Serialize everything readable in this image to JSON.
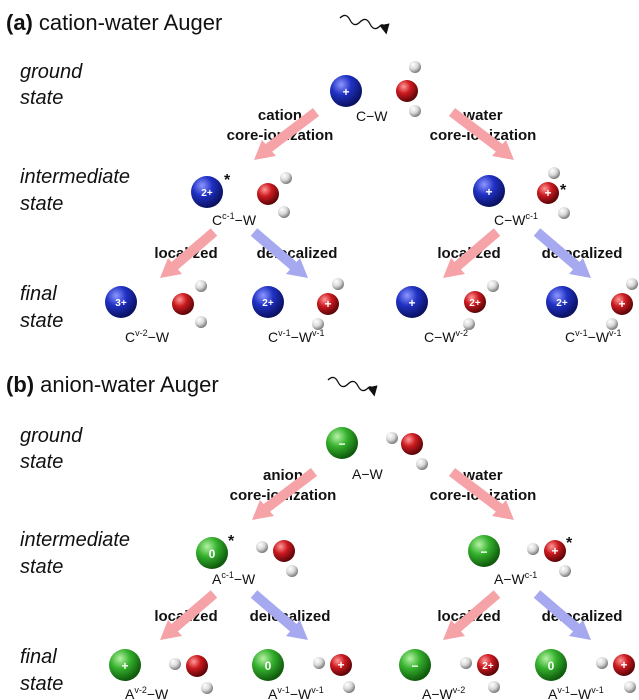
{
  "panel_a": {
    "tag": "(a)",
    "title": "cation-water Auger",
    "stages": {
      "ground": [
        "ground",
        "state"
      ],
      "intermediate": [
        "intermediate",
        "state"
      ],
      "final": [
        "final",
        "state"
      ]
    },
    "branch_left": [
      "cation",
      "core-ionization"
    ],
    "branch_right": [
      "water",
      "core-ionization"
    ],
    "ground_label": "C−W",
    "ground_ion": "+",
    "inter_left": {
      "base": "C",
      "sup1": "c-1",
      "mid": "−W",
      "sup2": "",
      "ion": "2+",
      "star": "*"
    },
    "inter_right": {
      "base": "C",
      "sup1": "",
      "mid": "−W",
      "sup2": "c-1",
      "ion": "+",
      "water": "+",
      "star": "*"
    },
    "localized": "localized",
    "delocalized": "delocalized",
    "finals": [
      {
        "base": "C",
        "sup1": "v-2",
        "mid": "−W",
        "sup2": "",
        "ion": "3+",
        "water": ""
      },
      {
        "base": "C",
        "sup1": "v-1",
        "mid": "−W",
        "sup2": "v-1",
        "ion": "2+",
        "water": "+"
      },
      {
        "base": "C",
        "sup1": "",
        "mid": "−W",
        "sup2": "v-2",
        "ion": "+",
        "water": "2+"
      },
      {
        "base": "C",
        "sup1": "v-1",
        "mid": "−W",
        "sup2": "v-1",
        "ion": "2+",
        "water": "+"
      }
    ]
  },
  "panel_b": {
    "tag": "(b)",
    "title": "anion-water Auger",
    "stages": {
      "ground": [
        "ground",
        "state"
      ],
      "intermediate": [
        "intermediate",
        "state"
      ],
      "final": [
        "final",
        "state"
      ]
    },
    "branch_left": [
      "anion",
      "core-ionization"
    ],
    "branch_right": [
      "water",
      "core-ionization"
    ],
    "ground_label": "A−W",
    "ground_ion": "−",
    "inter_left": {
      "base": "A",
      "sup1": "c-1",
      "mid": "−W",
      "sup2": "",
      "ion": "0",
      "star": "*"
    },
    "inter_right": {
      "base": "A",
      "sup1": "",
      "mid": "−W",
      "sup2": "c-1",
      "ion": "−",
      "water": "+",
      "star": "*"
    },
    "localized": "localized",
    "delocalized": "delocalized",
    "finals": [
      {
        "base": "A",
        "sup1": "v-2",
        "mid": "−W",
        "sup2": "",
        "ion": "+",
        "water": ""
      },
      {
        "base": "A",
        "sup1": "v-1",
        "mid": "−W",
        "sup2": "v-1",
        "ion": "0",
        "water": "+"
      },
      {
        "base": "A",
        "sup1": "",
        "mid": "−W",
        "sup2": "v-2",
        "ion": "−",
        "water": "2+"
      },
      {
        "base": "A",
        "sup1": "v-1",
        "mid": "−W",
        "sup2": "v-1",
        "ion": "0",
        "water": "+"
      }
    ]
  },
  "colors": {
    "cation": "#1f2fa8",
    "anion": "#2fa52a",
    "oxygen": "#c8161c",
    "hydrogen": "#d9d9d9",
    "arrow_localized": "#f6a3a8",
    "arrow_delocalized": "#a6a9ef"
  }
}
